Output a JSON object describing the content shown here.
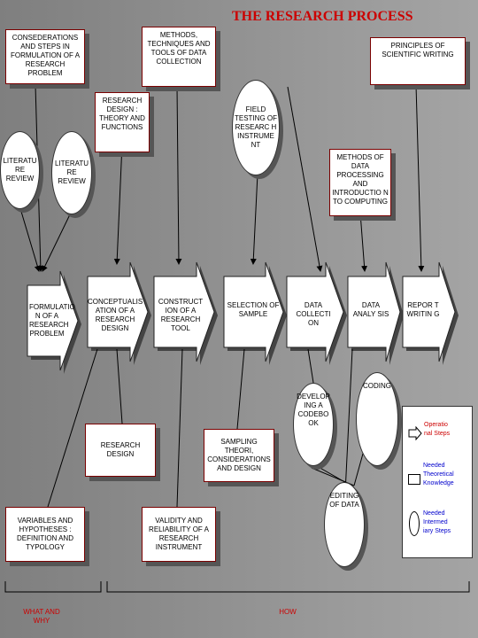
{
  "title": "THE RESEARCH PROCESS",
  "boxes": {
    "considerations": "CONSEDERATIONS AND STEPS IN FORMULATION OF A RESEARCH PROBLEM",
    "methods": "METHODS, TECHNIQUES AND TOOLS OF DATA COLLECTION",
    "principles": "PRINCIPLES OF SCIENTIFIC WRITING",
    "research_design_theory": "RESEARCH DESIGN : THEORY AND FUNCTIONS",
    "methods_processing": "METHODS OF DATA PROCESSING AND INTRODUCTIO N TO COMPUTING",
    "research_design": "RESEARCH DESIGN",
    "sampling": "SAMPLING THEORI, CONSIDERATIONS AND DESIGN",
    "variables": "VARIABLES AND HYPOTHESES : DEFINITION AND TYPOLOGY",
    "validity": "VALIDITY AND RELIABILITY OF A RESEARCH INSTRUMENT"
  },
  "ellipses": {
    "lit1": "LITERATU RE REVIEW",
    "lit2": "LITERATU RE REVIEW",
    "field": "FIELD TESTING OF RESEARC H INSTRUME NT",
    "codebook": "DEVELOP ING A CODEBO OK",
    "coding": "CODING",
    "editing": "EDITING OF DATA"
  },
  "steps": [
    "FORMULATIO N OF A RESEARCH PROBLEM",
    "CONCEPTUALIS ATION OF A RESEARCH DESIGN",
    "CONSTRUCT ION OF A RESEARCH TOOL",
    "SELECTION OF SAMPLE",
    "DATA COLLECTI ON",
    "DATA ANALY SIS",
    "REPOR T WRITIN G"
  ],
  "legend": [
    "Operatio nal Steps",
    "Needed Theoretical Knowledge",
    "Needed Intermed iary Steps"
  ],
  "bottom": {
    "what": "WHAT AND WHY",
    "how": "HOW"
  },
  "colors": {
    "accent_red": "#cc0000",
    "box_border": "#7a0000"
  }
}
